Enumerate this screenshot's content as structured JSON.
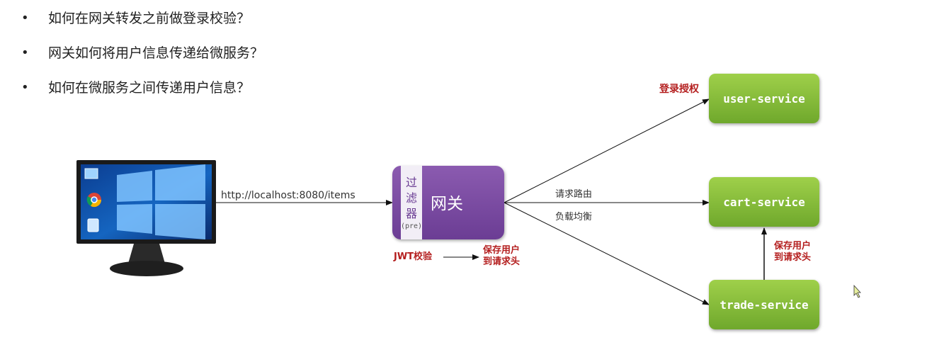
{
  "bullets": [
    "如何在网关转发之前做登录校验？",
    "网关如何将用户信息传递给微服务？",
    "如何在微服务之间传递用户信息？"
  ],
  "client": {
    "url": "http://localhost:8080/items"
  },
  "gateway": {
    "label": "网关",
    "filter_label": "过滤器",
    "filter_tag": "(pre)"
  },
  "gateway_steps": {
    "jwt": "JWT校验",
    "save_user": [
      "保存用户",
      "到请求头"
    ]
  },
  "routing": {
    "route_label": "请求路由",
    "balance_label": "负载均衡"
  },
  "services": {
    "user": "user-service",
    "cart": "cart-service",
    "trade": "trade-service"
  },
  "user_service_note": "登录授权",
  "trade_to_cart_note": [
    "保存用户",
    "到请求头"
  ],
  "colors": {
    "service_green": "#7cb834",
    "gateway_purple": "#7a4aa4",
    "note_red": "#b41e1e"
  }
}
